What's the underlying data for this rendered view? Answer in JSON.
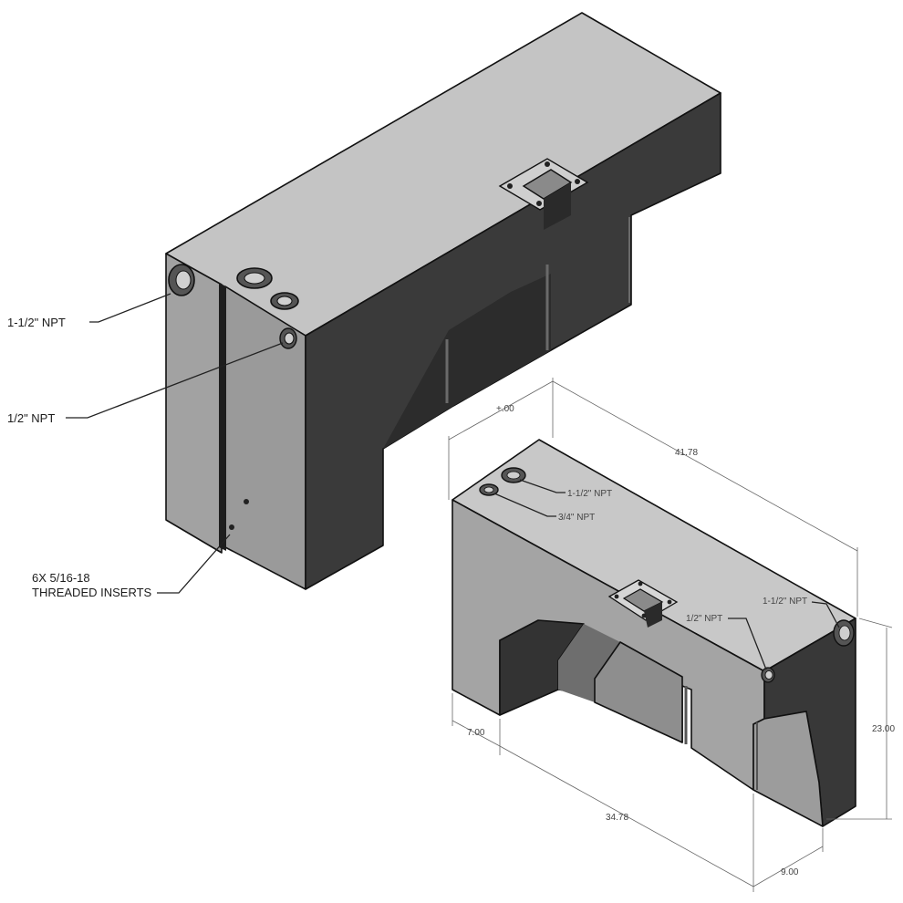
{
  "colors": {
    "light_face": "#c4c4c4",
    "mid_face": "#9a9a9a",
    "dark_face": "#3a3a3a",
    "darker_face": "#2c2c2c",
    "edge": "#111111",
    "fitting": "#555555"
  },
  "left_view": {
    "callouts": {
      "top_outlet": "1-1/2\" NPT",
      "side_port": "1/2\" NPT",
      "inserts_line1": "6X 5/16-18",
      "inserts_line2": "THREADED INSERTS"
    }
  },
  "right_view": {
    "callouts": {
      "top_fitting_large": "1-1/2\" NPT",
      "top_fitting_small": "3/4\" NPT",
      "end_port_large": "1-1/2\" NPT",
      "end_port_small": "1/2\" NPT"
    },
    "dimensions": {
      "depth": "+.00",
      "length": "41.78",
      "height": "23.00",
      "step_left": "7.00",
      "bottom_length": "34.78",
      "step_right": "9.00"
    }
  }
}
